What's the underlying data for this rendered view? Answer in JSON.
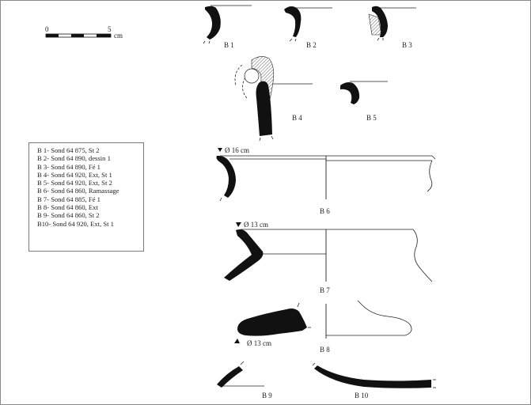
{
  "scale_bar": {
    "start_label": "0",
    "end_label": "5",
    "unit_label": "cm"
  },
  "figures": [
    {
      "id": "B1",
      "label": "B 1"
    },
    {
      "id": "B2",
      "label": "B 2"
    },
    {
      "id": "B3",
      "label": "B 3"
    },
    {
      "id": "B4",
      "label": "B 4"
    },
    {
      "id": "B5",
      "label": "B 5"
    },
    {
      "id": "B6",
      "label": "B 6",
      "diameter": "Ø 16 cm"
    },
    {
      "id": "B7",
      "label": "B 7",
      "diameter": "Ø 13 cm"
    },
    {
      "id": "B8",
      "label": "B 8",
      "diameter": "Ø 13 cm"
    },
    {
      "id": "B9",
      "label": "B 9"
    },
    {
      "id": "B10",
      "label": "B 10"
    }
  ],
  "legend": {
    "entries": [
      "B 1- Sond 64 875, St 2",
      "B 2- Sond 64 890, dessin 1",
      "B 3- Sond 64 890, Fé 1",
      "B 4- Sond 64 920, Ext, St 1",
      "B 5- Sond 64 920, Ext, St 2",
      "B 6- Sond 64 860, Ramassage",
      "B 7- Sond 64 885, Fé 1",
      "B 8- Sond 64 860, Ext",
      "B 9- Sond 64 860, St 2",
      "B10- Sond 64 920, Ext, St 1"
    ]
  },
  "colors": {
    "ink": "#111111",
    "line": "#222222",
    "frame": "#8a8a8a"
  }
}
